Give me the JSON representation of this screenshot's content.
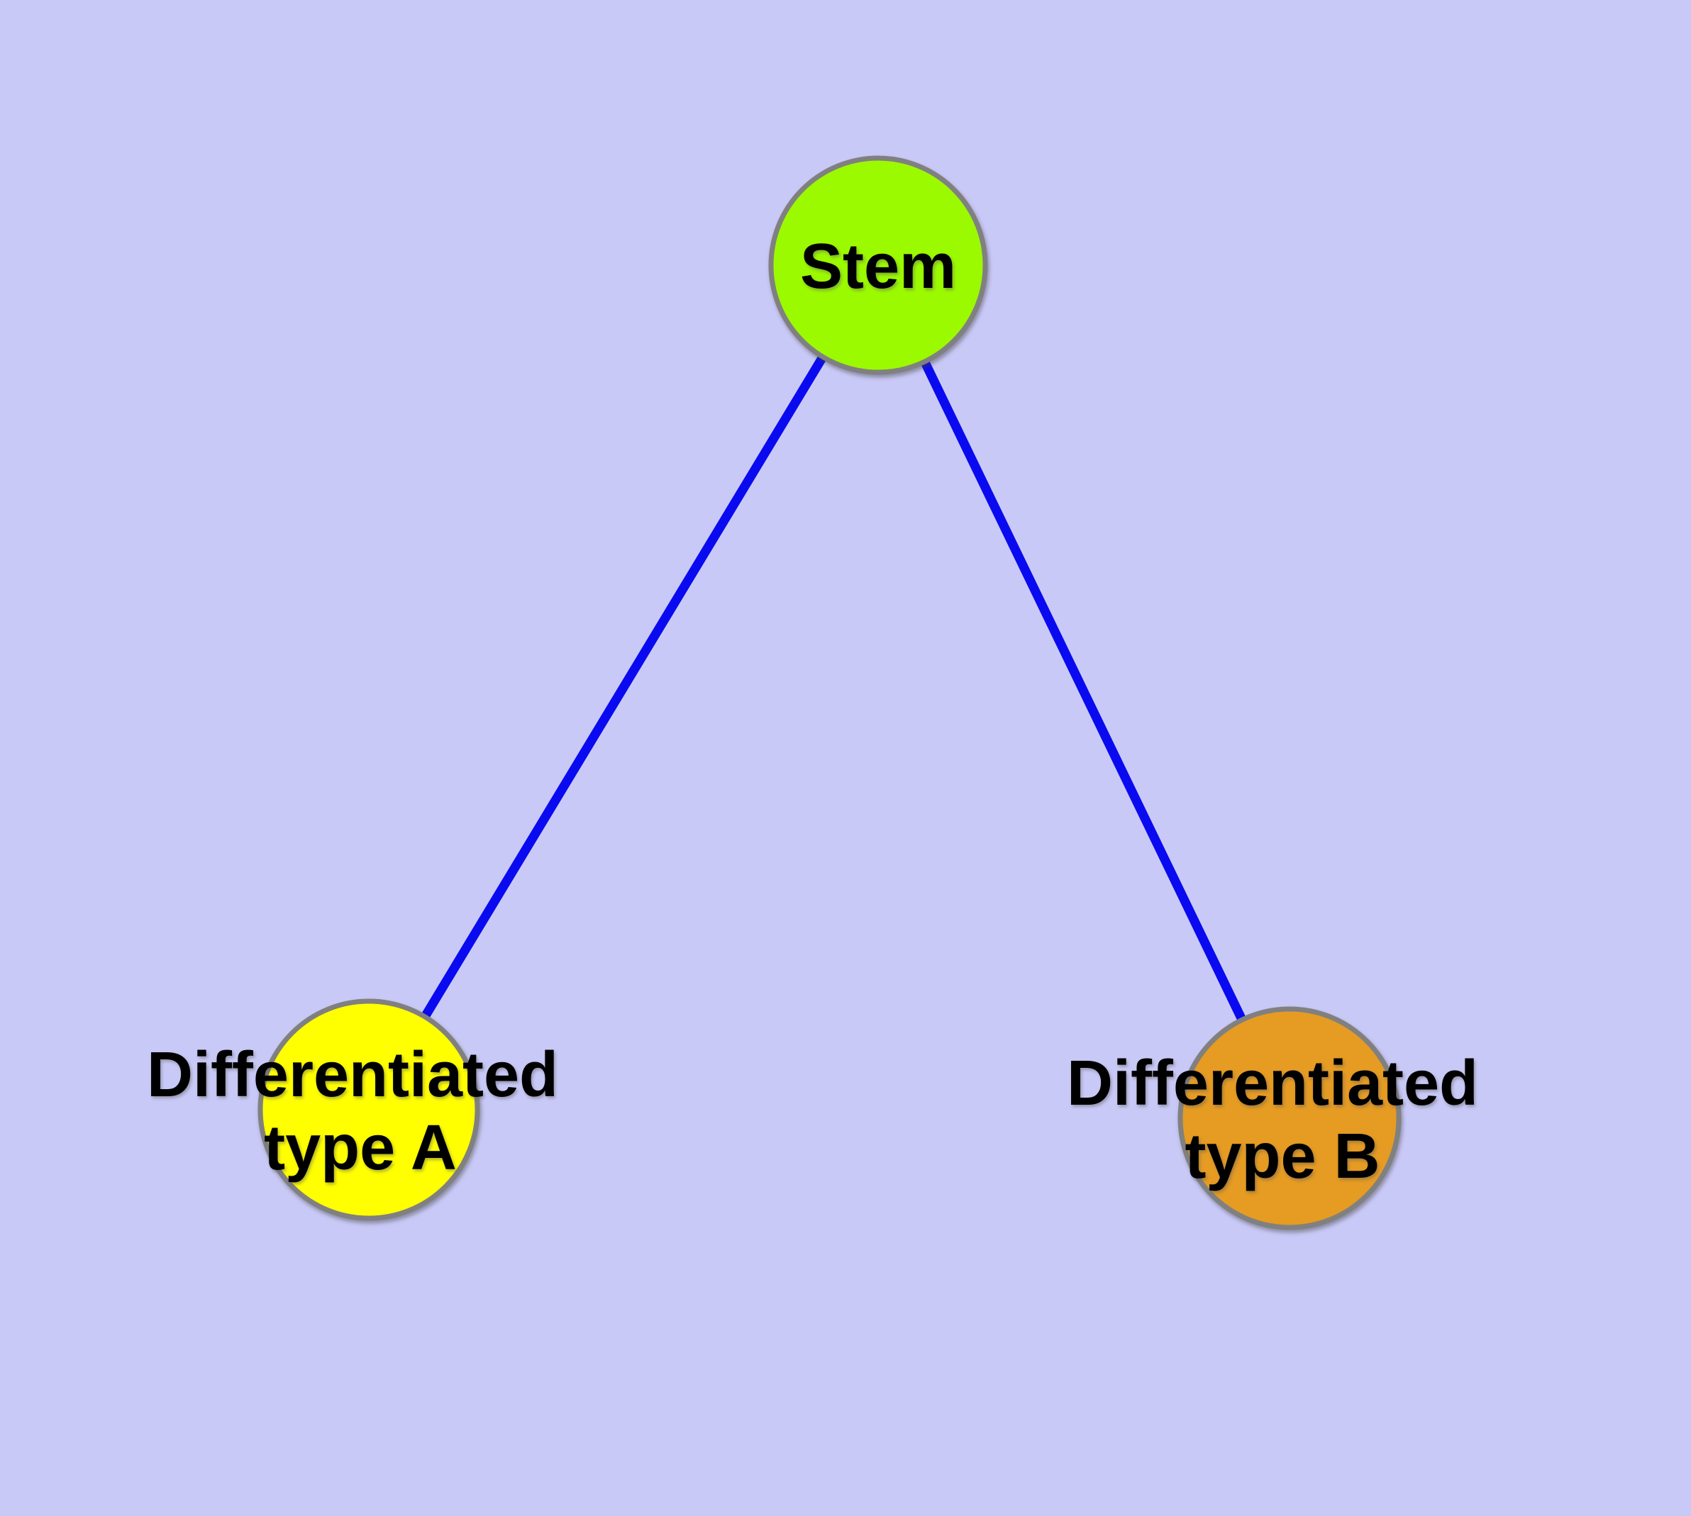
{
  "diagram": {
    "background_color": "#C9C9F7",
    "edge_color": "#0A0AF0",
    "node_border_color": "#808080",
    "text_color": "#000000",
    "nodes": [
      {
        "id": "stem",
        "label": "Stem",
        "fill_color": "#9BFA00"
      },
      {
        "id": "differentiated-type-a",
        "label_line1": "Differentiated",
        "label_line2": "type A",
        "fill_color": "#FFFF00"
      },
      {
        "id": "differentiated-type-b",
        "label_line1": "Differentiated",
        "label_line2": "type B",
        "fill_color": "#E69B22"
      }
    ],
    "edges": [
      {
        "from": "Stem",
        "to": "Differentiated type A"
      },
      {
        "from": "Stem",
        "to": "Differentiated type B"
      }
    ]
  }
}
